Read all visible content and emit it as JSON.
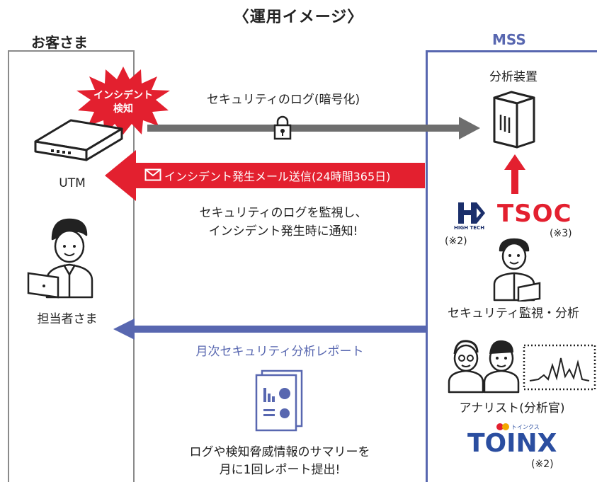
{
  "title": "〈運用イメージ〉",
  "customer": {
    "label": "お客さま",
    "burst_line1": "インシデント",
    "burst_line2": "検知",
    "utm_label": "UTM",
    "staff_label": "担当者さま"
  },
  "mss": {
    "label": "MSS",
    "analyzer_label": "分析装置",
    "hightech_note": "(※2)",
    "hightech_logo_text": "HIGH TECH",
    "tsoc_logo": "TSOC",
    "tsoc_note": "(※3)",
    "monitoring_label": "セキュリティ監視・分析",
    "analyst_label": "アナリスト(分析官)",
    "toinx_logo": "TOINX",
    "toinx_small": "トインクス",
    "toinx_note": "(※2)"
  },
  "flows": {
    "log_label": "セキュリティのログ(暗号化)",
    "mail_label": "インシデント発生メール送信(24時間365日)",
    "monitor_line1": "セキュリティのログを監視し、",
    "monitor_line2": "インシデント発生時に通知!",
    "report_label": "月次セキュリティ分析レポート",
    "report_line1": "ログや検知脅威情報のサマリーを",
    "report_line2": "月に1回レポート提出!"
  },
  "colors": {
    "red": "#e3202f",
    "gray_arrow": "#6e6e6e",
    "blue": "#5867b0",
    "toinx_blue": "#2b4ea0"
  }
}
